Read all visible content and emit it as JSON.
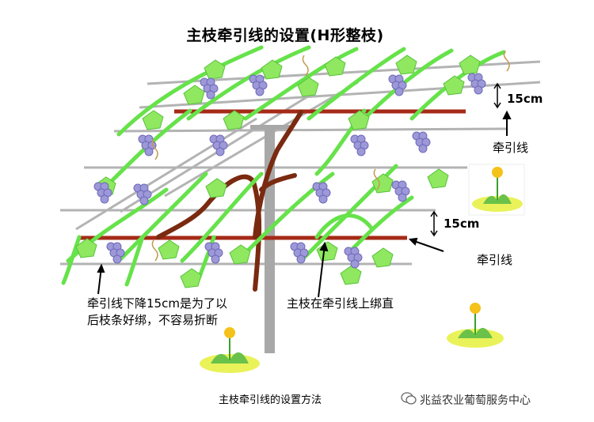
{
  "title": "主枝牵引线的设置(H形整枝)",
  "dim_top": "15cm",
  "dim_mid": "15cm",
  "label_wire_top": "牵引线",
  "label_wire_mid": "牵引线",
  "note_left_line1": "牵引线下降15cm是为了以",
  "note_left_line2": "后枝条好绑，不容易折断",
  "note_center": "主枝在牵引线上绑直",
  "caption": "主枝牵引线的设置方法",
  "watermark": "兆益农业葡萄服务中心",
  "colors": {
    "trellis_wire": "#b3b3b3",
    "main_branch": "#a52a17",
    "trunk": "#7a2a10",
    "post": "#a8a8a8",
    "shoot": "#66e24a",
    "leaf": "#8fe860",
    "grape": "#9d98d8",
    "flower": "#f4c21a",
    "grass_patch": "#eaf25a"
  }
}
